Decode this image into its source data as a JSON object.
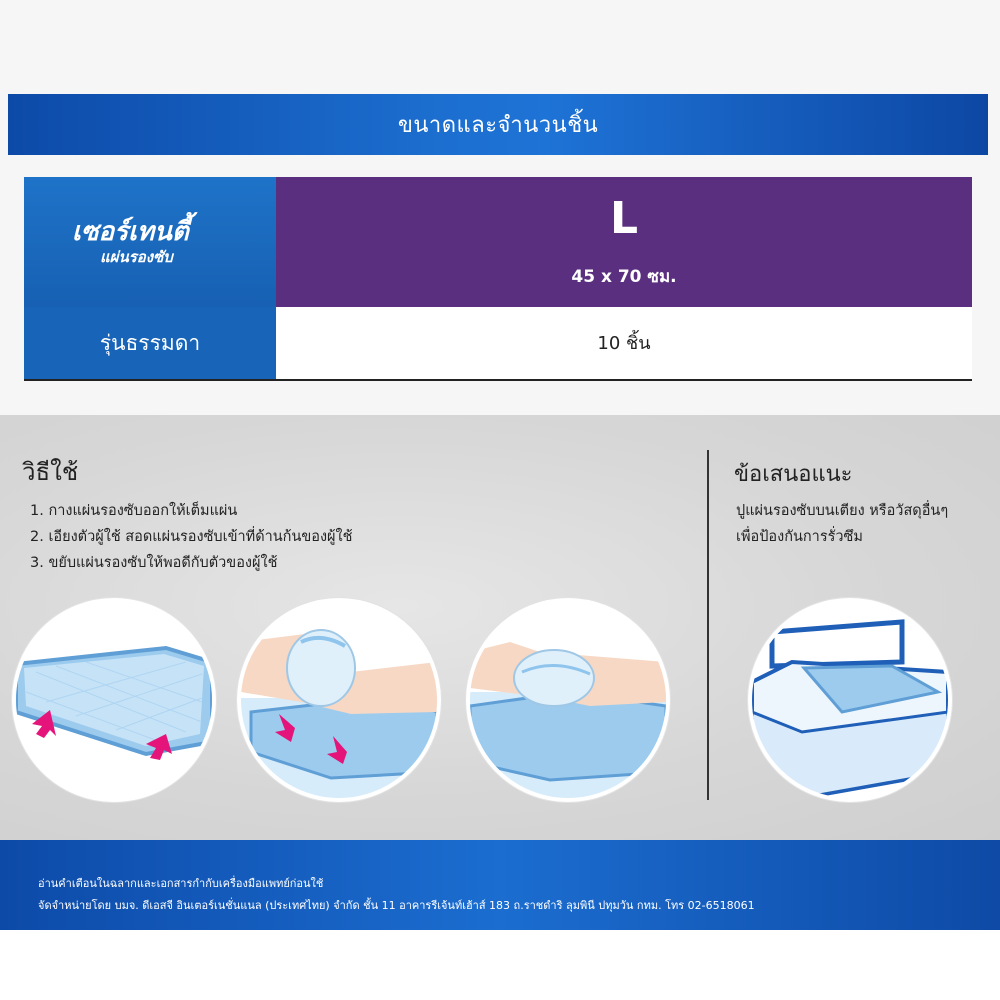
{
  "header": {
    "title": "ขนาดและจำนวนชิ้น"
  },
  "table": {
    "brand_name": "เซอร์เทนตี้",
    "brand_sub": "แผ่นรองซับ",
    "size": "L",
    "dimensions": "45 x 70 ซม.",
    "variant": "รุ่นธรรมดา",
    "count": "10 ชิ้น"
  },
  "howto": {
    "title": "วิธีใช้",
    "steps": [
      "1. กางแผ่นรองซับออกให้เต็มแผ่น",
      "2. เอียงตัวผู้ใช้ สอดแผ่นรองซับเข้าที่ด้านก้นของผู้ใช้",
      "3. ขยับแผ่นรองซับให้พอดีกับตัวของผู้ใช้"
    ]
  },
  "tip": {
    "title": "ข้อเสนอแนะ",
    "lines": [
      "ปูแผ่นรองซับบนเตียง หรือวัสดุอื่นๆ",
      "เพื่อป้องกันการรั่วซึม"
    ]
  },
  "footer": {
    "warning": "อ่านคำเตือนในฉลากและเอกสารกำกับเครื่องมือแพทย์ก่อนใช้",
    "distributor": "จัดจำหน่ายโดย บมจ. ดีเอสจี อินเตอร์เนชั่นแนล (ประเทศไทย) จำกัด ชั้น 11 อาคารรีเจ้นท์เฮ้าส์ 183 ถ.ราชดำริ ลุมพินี ปทุมวัน กทม. โทร 02-6518061"
  },
  "colors": {
    "banner_blue": "#1764b8",
    "size_purple": "#5b2f80",
    "arrow_pink": "#e4147a",
    "pad_blue": "#8fc4ec"
  }
}
